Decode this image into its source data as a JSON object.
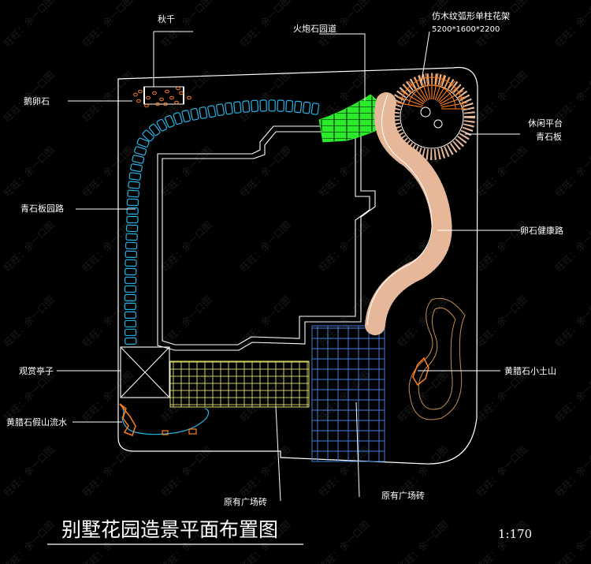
{
  "labels": {
    "swing": "秋千",
    "cobble": "鹅卵石",
    "stone_path": "青石板园路",
    "pavilion": "观赏亭子",
    "rock_stream": "黄腊石假山流水",
    "granite_path": "火炮石园道",
    "pergola": "仿木纹弧形单柱花架",
    "pergola_size": "5200*1600*2200",
    "platform_line1": "休闲平台",
    "platform_line2": "青石板",
    "health_path": "卵石健康路",
    "rock_hill": "黄腊石小土山",
    "existing_brick_1": "原有广场砖",
    "existing_brick_2": "原有广场砖"
  },
  "title": "别墅花园造景平面布置图",
  "scale": "1:170",
  "watermark": "旺旺：余一口图",
  "colors": {
    "line": "#ffffff",
    "cyan": "#27b4e6",
    "green": "#2bea2b",
    "orange": "#ff7f1a",
    "pebble": "#e6b899",
    "yellow_grid": "#dedc6a",
    "blue_grid": "#3e7fd8",
    "hill": "#c58e4e"
  }
}
